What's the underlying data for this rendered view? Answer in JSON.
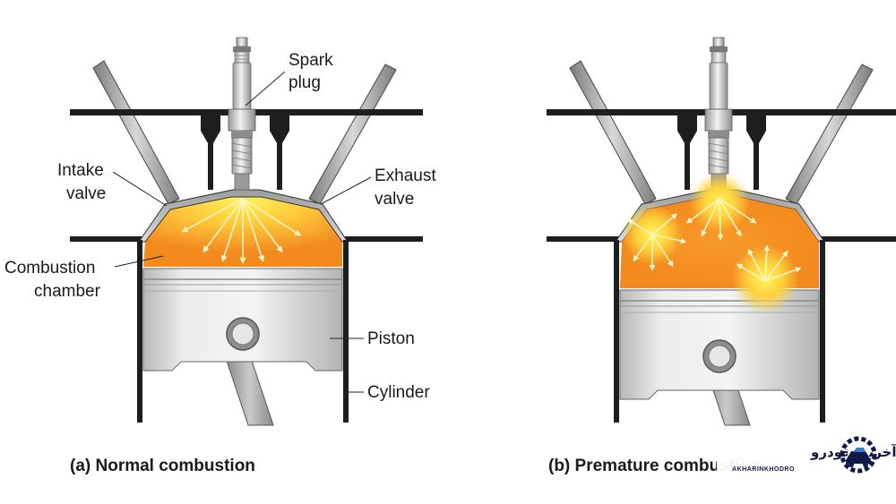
{
  "labels": {
    "spark_plug": [
      "Spark",
      "plug"
    ],
    "intake_valve": [
      "Intake",
      "valve"
    ],
    "exhaust_valve": [
      "Exhaust",
      "valve"
    ],
    "combustion_chamber": [
      "Combustion",
      "chamber"
    ],
    "piston": "Piston",
    "cylinder": "Cylinder"
  },
  "captions": {
    "left": "(a) Normal combustion",
    "right": "(b) Premature combustion"
  },
  "watermark": {
    "name_fa": "آخرین خودرو",
    "name_en": "AKHARINKHODRO",
    "logo_icon": "car-gear-logo-icon"
  },
  "colors": {
    "flame_core": "#ffef3a",
    "flame_edge": "#f38a1e",
    "metal_dark": "#1e1e1e",
    "piston_gray": "#d6d6d6",
    "brand_navy": "#121a4a"
  }
}
